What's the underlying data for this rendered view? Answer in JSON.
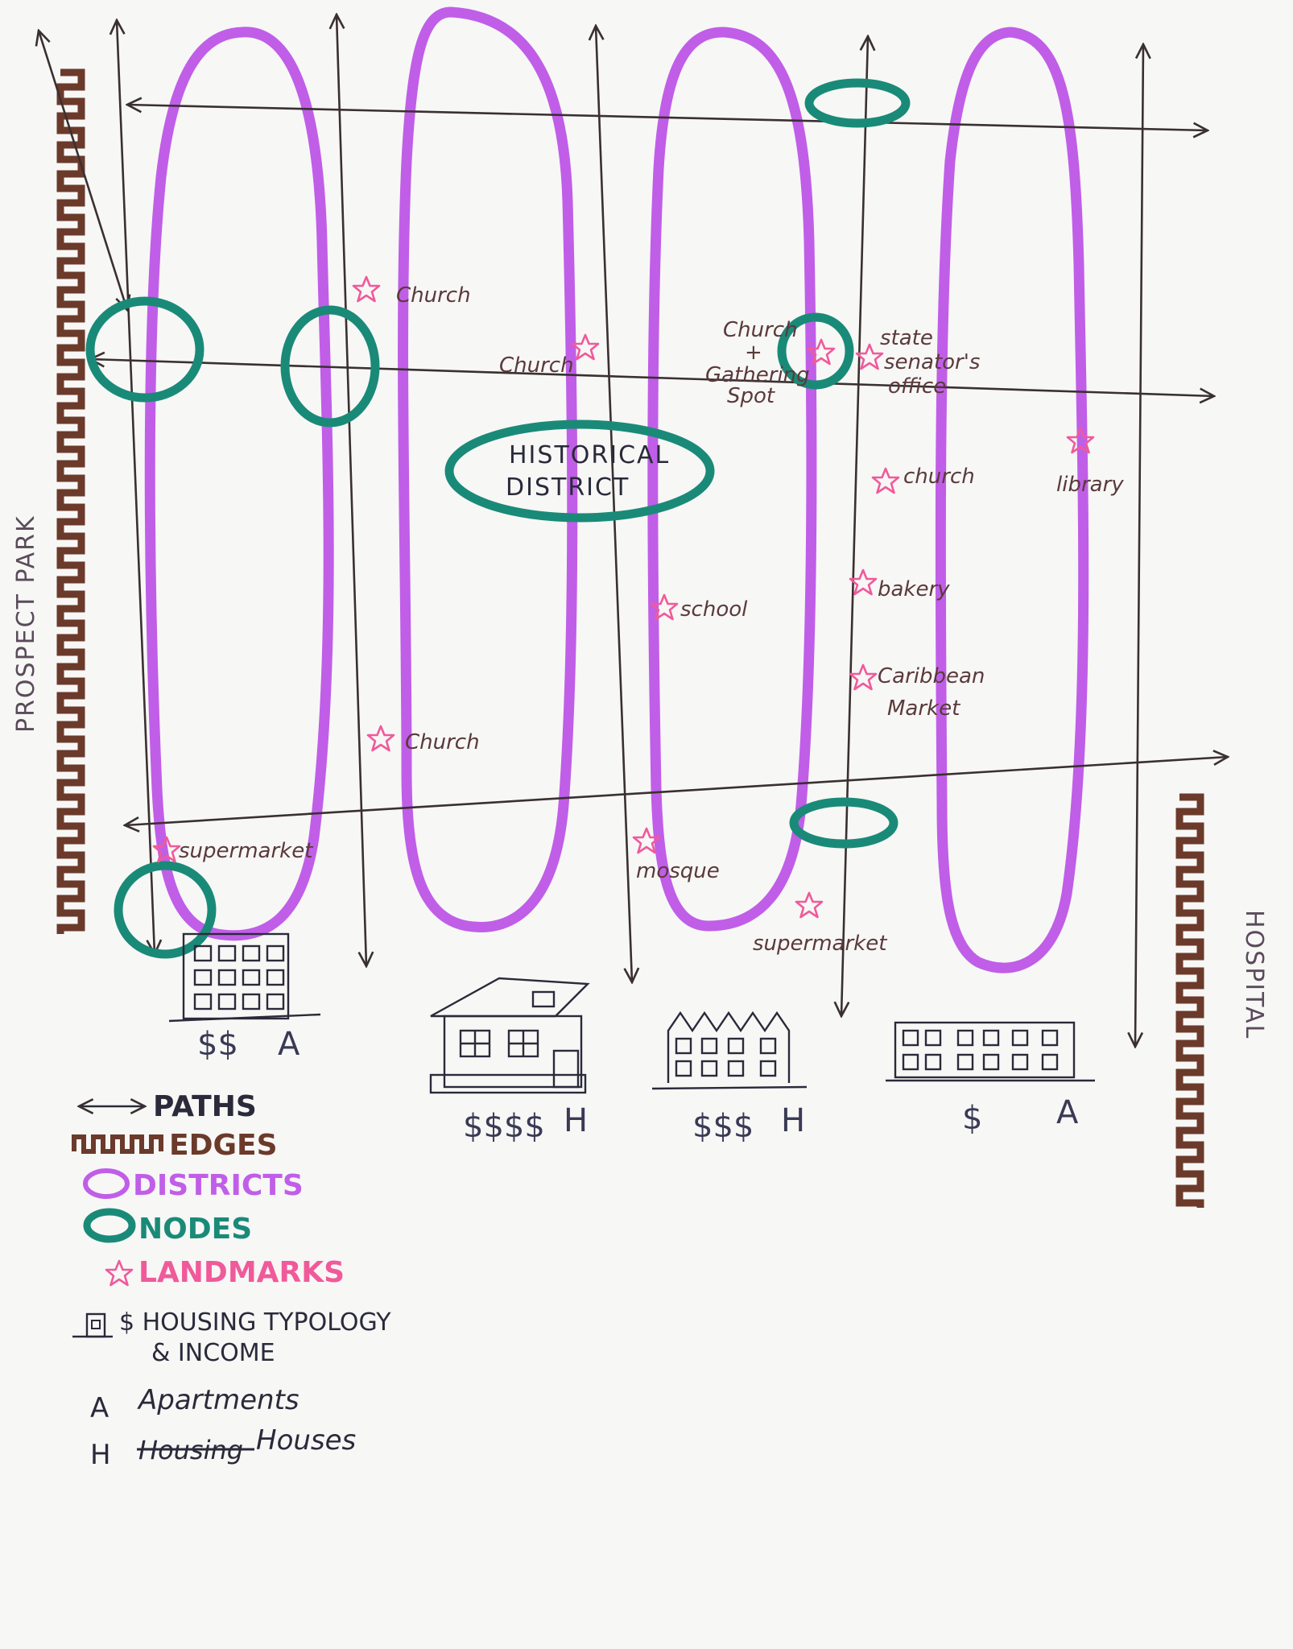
{
  "colors": {
    "path": "#3a3030",
    "edge": "#6b3a2a",
    "district": "#c05ee8",
    "node": "#1a8a78",
    "landmark": "#f05a9a",
    "ink": "#2a2a3a"
  },
  "edges": {
    "left_label": "PROSPECT PARK",
    "right_label": "HOSPITAL"
  },
  "historical_district": [
    "HISTORICAL",
    "DISTRICT"
  ],
  "landmarks": [
    {
      "id": "church-1",
      "label": "Church"
    },
    {
      "id": "church-2",
      "label": "Church"
    },
    {
      "id": "church-gathering",
      "label": "Church",
      "label2": "+",
      "label3": "Gathering",
      "label4": "Spot"
    },
    {
      "id": "senator",
      "label": "state",
      "label2": "senator's",
      "label3": "office"
    },
    {
      "id": "church-3",
      "label": "church"
    },
    {
      "id": "library",
      "label": "library"
    },
    {
      "id": "school",
      "label": "school"
    },
    {
      "id": "bakery",
      "label": "bakery"
    },
    {
      "id": "caribbean",
      "label": "Caribbean",
      "label2": "Market"
    },
    {
      "id": "church-4",
      "label": "Church"
    },
    {
      "id": "supermarket-1",
      "label": "supermarket"
    },
    {
      "id": "mosque",
      "label": "mosque"
    },
    {
      "id": "supermarket-2",
      "label": "supermarket"
    }
  ],
  "housing": [
    {
      "income": "$$",
      "type": "A"
    },
    {
      "income": "$$$$",
      "type": "H"
    },
    {
      "income": "$$$",
      "type": "H"
    },
    {
      "income": "$",
      "type": "A"
    }
  ],
  "legend": {
    "paths": "PATHS",
    "edges": "EDGES",
    "districts": "DISTRICTS",
    "nodes": "NODES",
    "landmarks": "LANDMARKS",
    "housing_line1": "$ HOUSING TYPOLOGY",
    "housing_line2": "& INCOME",
    "key_a_letter": "A",
    "key_a_text": "Apartments",
    "key_h_letter": "H",
    "key_h_struck": "Housing",
    "key_h_text": "Houses"
  }
}
